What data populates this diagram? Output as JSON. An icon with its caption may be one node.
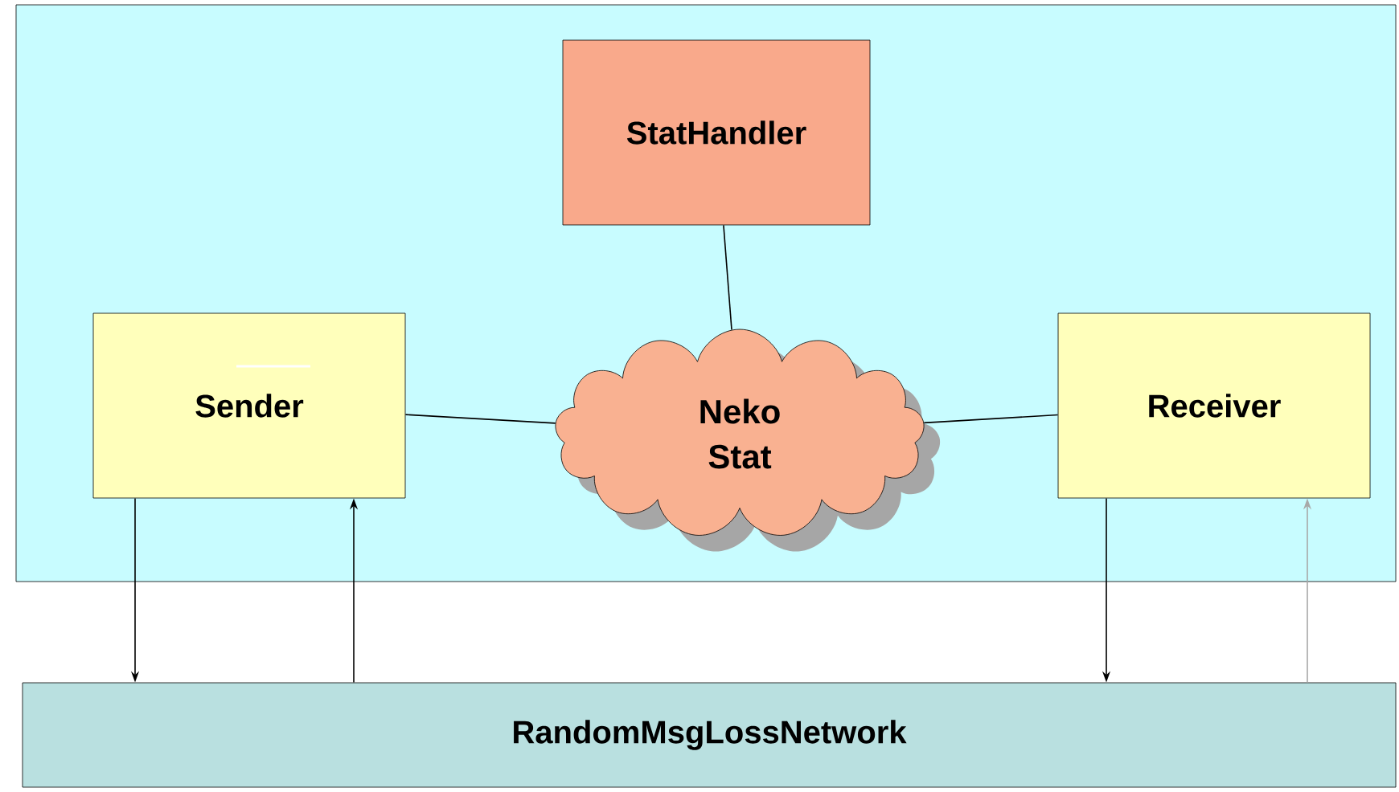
{
  "diagram": {
    "nodes": [
      {
        "text": [],
        "shape": "box"
      },
      {
        "text": [
          "StatHandler"
        ],
        "in": 0
      },
      {
        "text": [
          "Sender"
        ],
        "in": 0
      },
      {
        "text": [
          "Neko Stat"
        ],
        "in": 0
      },
      {
        "text": [
          "Receiver"
        ],
        "in": 0
      },
      {
        "text": [
          "RandomMsgLossNetwork"
        ]
      }
    ],
    "edges": [
      {
        "from": 1,
        "to": 3,
        "arrow": "none"
      },
      {
        "from": 2,
        "to": 3,
        "arrow": "none"
      },
      {
        "from": 3,
        "to": 4,
        "arrow": "none"
      },
      {
        "from": 2,
        "to": 5,
        "arrow": "to"
      },
      {
        "from": 5,
        "to": 2,
        "arrow": "to"
      },
      {
        "from": 4,
        "to": 5,
        "arrow": "to"
      },
      {
        "from": 5,
        "to": 4,
        "arrow": "to",
        "color": "#a8a8a8"
      }
    ]
  }
}
